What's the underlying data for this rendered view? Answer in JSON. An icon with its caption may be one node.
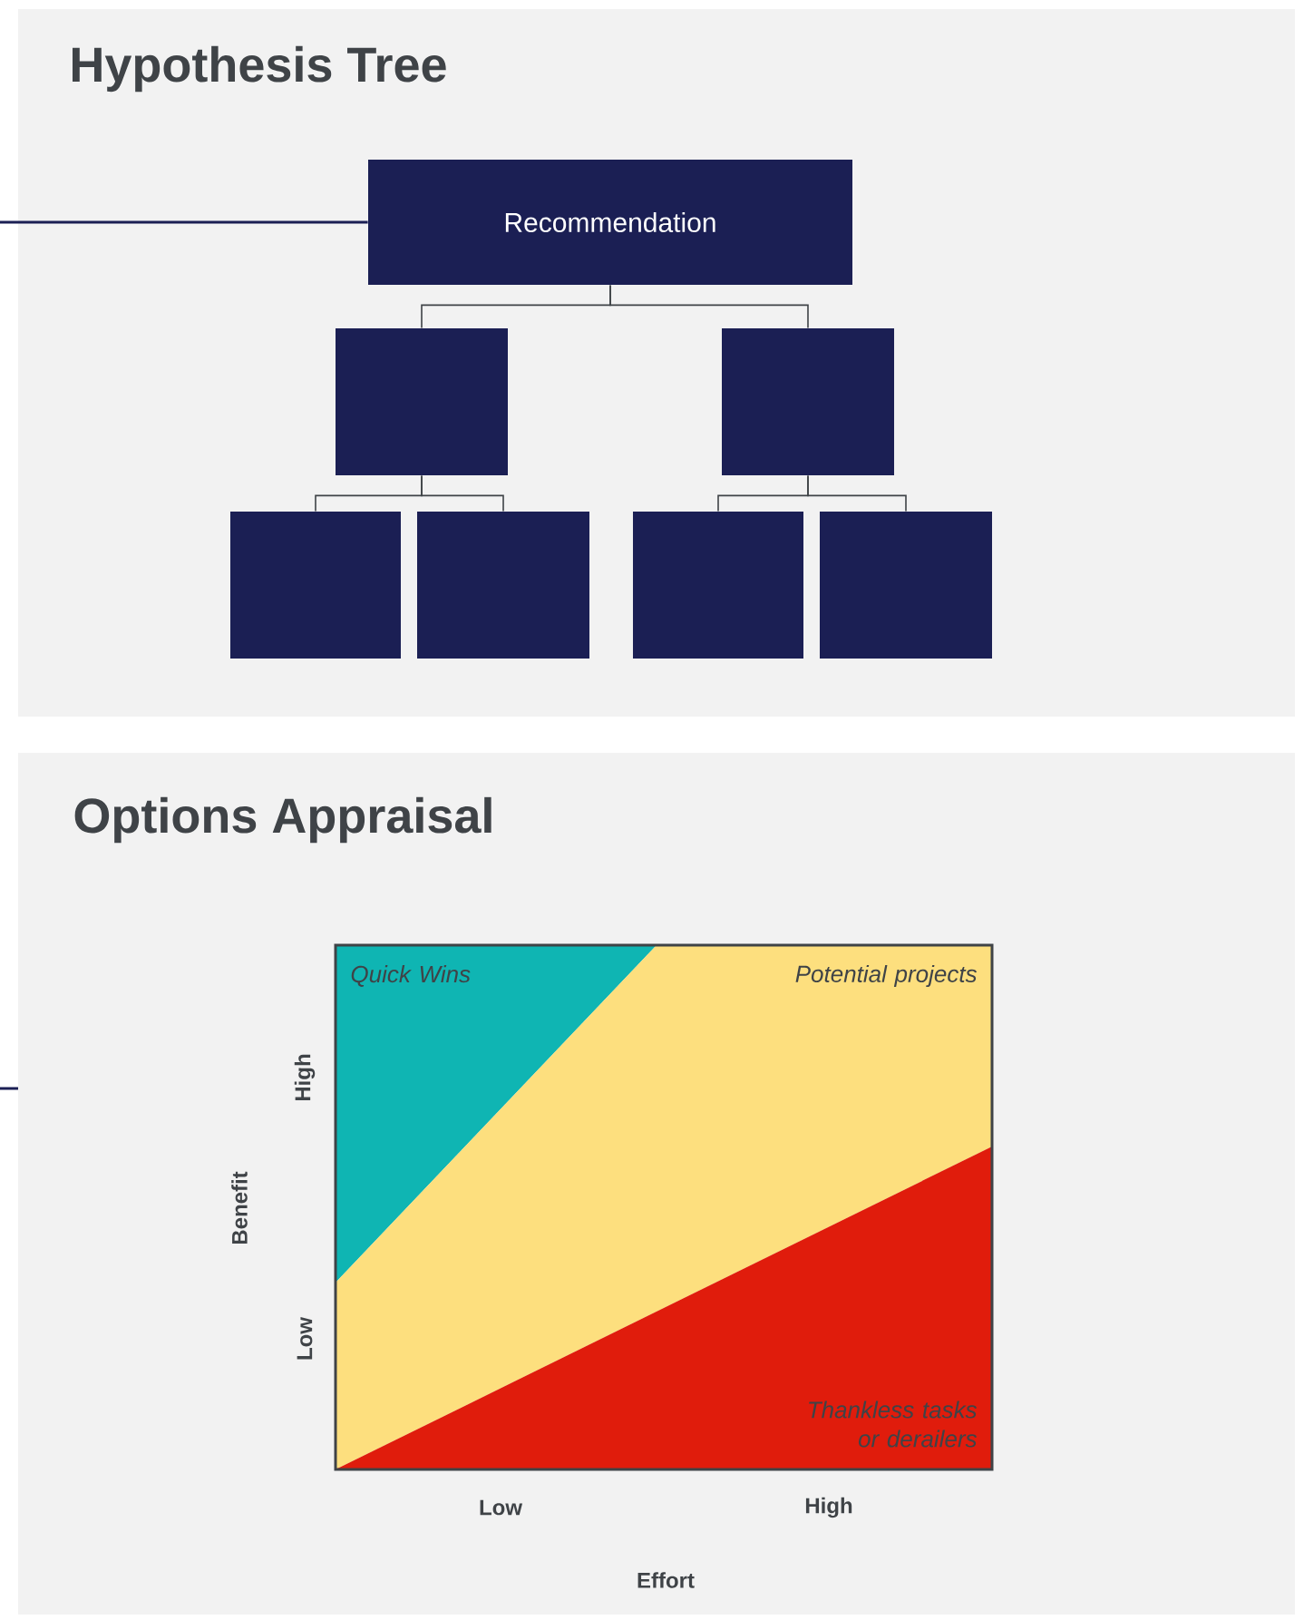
{
  "diagram": {
    "nodes": [
      {
        "text": [
          "Hypothesis Tree"
        ]
      },
      {
        "text": [
          "Recommendation"
        ],
        "in": 0
      },
      {
        "text": [],
        "shape": "box",
        "in": 0
      },
      {
        "text": [],
        "shape": "box",
        "in": 0
      },
      {
        "text": [],
        "shape": "box",
        "in": 0
      },
      {
        "text": [],
        "shape": "box",
        "in": 0
      },
      {
        "text": [],
        "shape": "box",
        "in": 0
      },
      {
        "text": [],
        "shape": "box",
        "in": 0
      },
      {
        "text": [
          "Options Appraisal"
        ]
      },
      {
        "text": [
          "Quick Wins"
        ],
        "in": 8
      },
      {
        "text": [
          "Potential projects"
        ],
        "in": 8
      },
      {
        "text": [
          "Thankless tasks or derailers"
        ],
        "in": 8
      }
    ],
    "edges": [
      {
        "from": null,
        "to": 1,
        "arrow": "none"
      },
      {
        "from": 1,
        "to": 2,
        "arrow": "none"
      },
      {
        "from": 1,
        "to": 3,
        "arrow": "none"
      },
      {
        "from": 2,
        "to": 4,
        "arrow": "none"
      },
      {
        "from": 2,
        "to": 5,
        "arrow": "none"
      },
      {
        "from": 3,
        "to": 6,
        "arrow": "none"
      },
      {
        "from": 3,
        "to": 7,
        "arrow": "none"
      }
    ],
    "labels": [
      "High",
      "Benefit",
      "Low",
      "Low",
      "High",
      "Effort"
    ]
  }
}
